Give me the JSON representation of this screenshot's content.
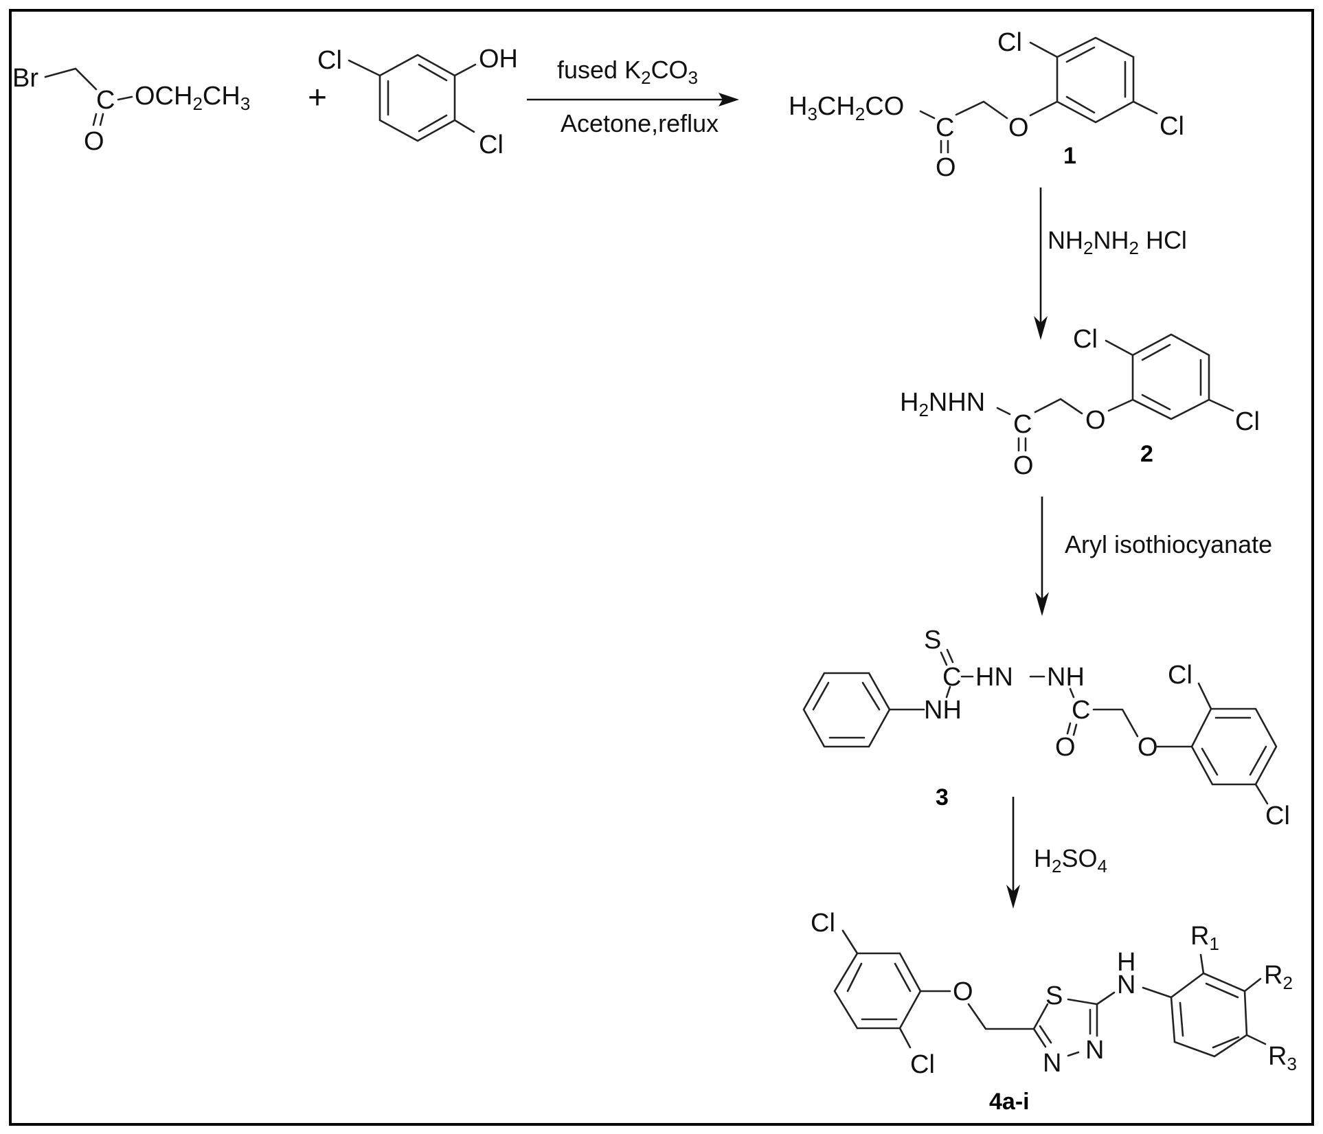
{
  "figure": {
    "title": "Synthesis scheme of 5-[(2,5-dichlorophenoxy)methyl]-N-aryl-1,3,4-thiadiazol-2-amines",
    "reactants": {
      "bromoacetate": {
        "Br": "Br",
        "C": "C",
        "O_double": "O",
        "ester": [
          "OCH",
          "2",
          "CH",
          "3"
        ]
      },
      "phenol": {
        "Cl_top": "Cl",
        "OH": "OH",
        "Cl_bottom": "Cl"
      },
      "plus": "+"
    },
    "steps": [
      {
        "reagent_top": [
          "fused K",
          "2",
          "CO",
          "3"
        ],
        "reagent_bottom": "Acetone,reflux"
      },
      {
        "reagent": [
          "NH",
          "2",
          "NH",
          "2",
          " HCl"
        ]
      },
      {
        "reagent": "Aryl isothiocyanate"
      },
      {
        "reagent": [
          "H",
          "2",
          "SO",
          "4"
        ]
      }
    ],
    "compounds": [
      {
        "label": "1",
        "ester": [
          "H",
          "3",
          "CH",
          "2",
          "CO"
        ],
        "C": "C",
        "O_double": "O",
        "O_ether": "O",
        "Cl_top": "Cl",
        "Cl_right": "Cl"
      },
      {
        "label": "2",
        "hydrazide": [
          "H",
          "2",
          "NHN"
        ],
        "C": "C",
        "O_double": "O",
        "O_ether": "O",
        "Cl_top": "Cl",
        "Cl_right": "Cl"
      },
      {
        "label": "3",
        "S": "S",
        "C1": "C",
        "HN": "HN",
        "NH_top": "NH",
        "NH_ph": "NH",
        "C2": "C",
        "O_double": "O",
        "O_ether": "O",
        "Cl_top": "Cl",
        "Cl_bottom": "Cl"
      },
      {
        "label": "4a-i",
        "Cl_top": "Cl",
        "Cl_bottom": "Cl",
        "O_ether": "O",
        "S": "S",
        "N1": "N",
        "N2": "N",
        "NH_N": "N",
        "NH_H": "H",
        "R1": [
          "R",
          "1"
        ],
        "R2": [
          "R",
          "2"
        ],
        "R3": [
          "R",
          "3"
        ]
      }
    ]
  }
}
